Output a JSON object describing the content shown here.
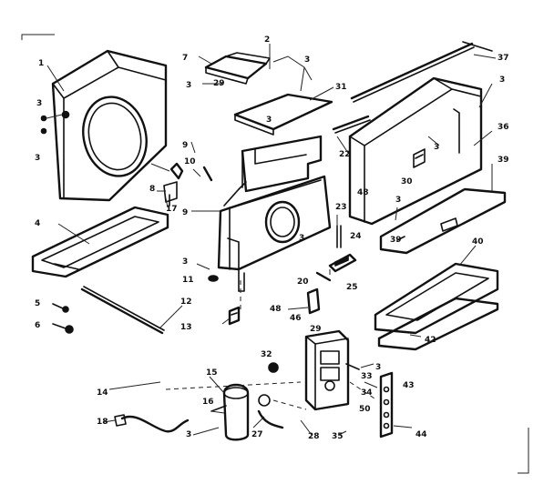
{
  "callouts": [
    {
      "id": "c1",
      "text": "1"
    },
    {
      "id": "c2",
      "text": "2"
    },
    {
      "id": "c3a",
      "text": "3"
    },
    {
      "id": "c3b",
      "text": "3"
    },
    {
      "id": "c3c",
      "text": "3"
    },
    {
      "id": "c3d",
      "text": "3"
    },
    {
      "id": "c3e",
      "text": "3"
    },
    {
      "id": "c3f",
      "text": "3"
    },
    {
      "id": "c3g",
      "text": "3"
    },
    {
      "id": "c3h",
      "text": "3"
    },
    {
      "id": "c3i",
      "text": "3"
    },
    {
      "id": "c3j",
      "text": "3"
    },
    {
      "id": "c3k",
      "text": "3"
    },
    {
      "id": "c3l",
      "text": "3"
    },
    {
      "id": "c4",
      "text": "4"
    },
    {
      "id": "c5",
      "text": "5"
    },
    {
      "id": "c6",
      "text": "6"
    },
    {
      "id": "c7",
      "text": "7"
    },
    {
      "id": "c8",
      "text": "8"
    },
    {
      "id": "c9a",
      "text": "9"
    },
    {
      "id": "c9b",
      "text": "9"
    },
    {
      "id": "c10",
      "text": "10"
    },
    {
      "id": "c11",
      "text": "11"
    },
    {
      "id": "c12",
      "text": "12"
    },
    {
      "id": "c13",
      "text": "13"
    },
    {
      "id": "c14",
      "text": "14"
    },
    {
      "id": "c15",
      "text": "15"
    },
    {
      "id": "c16",
      "text": "16"
    },
    {
      "id": "c17",
      "text": "17"
    },
    {
      "id": "c18",
      "text": "18"
    },
    {
      "id": "c20",
      "text": "20"
    },
    {
      "id": "c22",
      "text": "22"
    },
    {
      "id": "c23",
      "text": "23"
    },
    {
      "id": "c24",
      "text": "24"
    },
    {
      "id": "c25",
      "text": "25"
    },
    {
      "id": "c27",
      "text": "27"
    },
    {
      "id": "c28",
      "text": "28"
    },
    {
      "id": "c29a",
      "text": "29"
    },
    {
      "id": "c29b",
      "text": "29"
    },
    {
      "id": "c30",
      "text": "30"
    },
    {
      "id": "c31",
      "text": "31"
    },
    {
      "id": "c32",
      "text": "32"
    },
    {
      "id": "c33",
      "text": "33"
    },
    {
      "id": "c34",
      "text": "34"
    },
    {
      "id": "c35",
      "text": "35"
    },
    {
      "id": "c36",
      "text": "36"
    },
    {
      "id": "c37",
      "text": "37"
    },
    {
      "id": "c39a",
      "text": "39"
    },
    {
      "id": "c39b",
      "text": "39"
    },
    {
      "id": "c40",
      "text": "40"
    },
    {
      "id": "c42",
      "text": "42"
    },
    {
      "id": "c43",
      "text": "43"
    },
    {
      "id": "c44",
      "text": "44"
    },
    {
      "id": "c46",
      "text": "46"
    },
    {
      "id": "c48a",
      "text": "48"
    },
    {
      "id": "c48b",
      "text": "48"
    },
    {
      "id": "c50",
      "text": "50"
    }
  ]
}
